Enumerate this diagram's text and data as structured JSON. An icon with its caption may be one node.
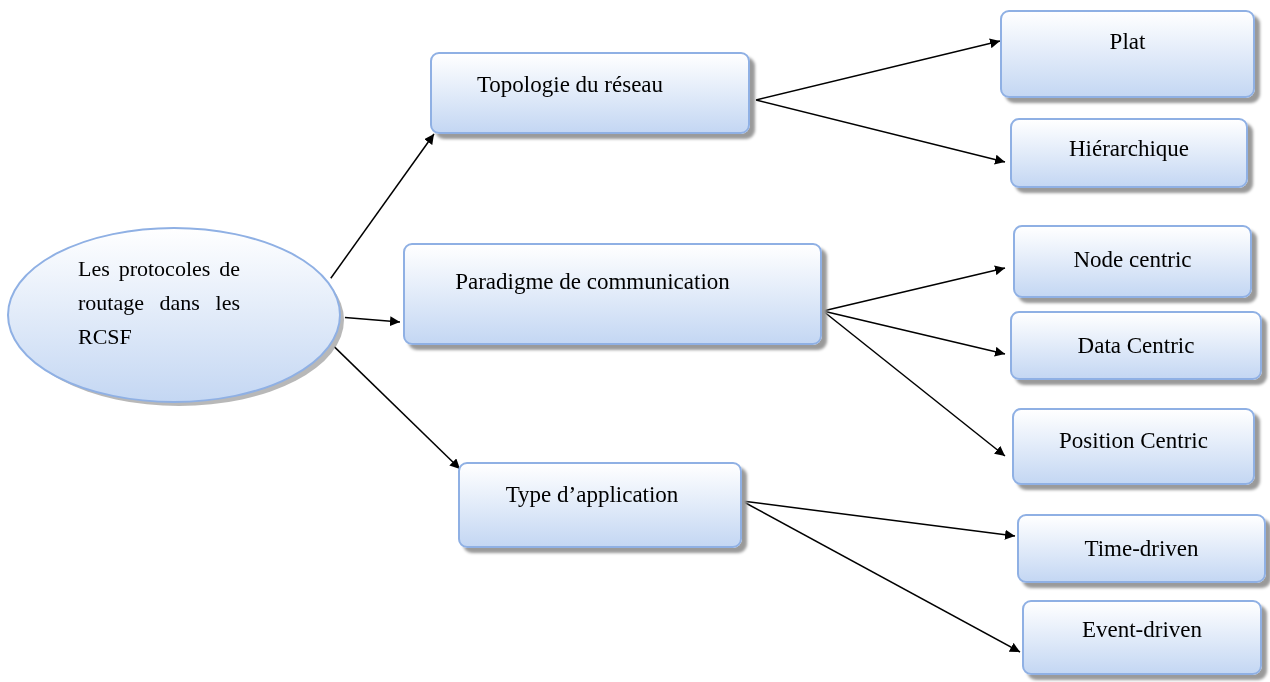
{
  "diagram": {
    "nodes": [
      {
        "text": [
          "Les protocoles de routage dans les RCSF"
        ]
      },
      {
        "text": [
          "Topologie du réseau"
        ]
      },
      {
        "text": [
          "Plat"
        ]
      },
      {
        "text": [
          "Hiérarchique"
        ]
      },
      {
        "text": [
          "Paradigme de communication"
        ]
      },
      {
        "text": [
          "Node centric"
        ]
      },
      {
        "text": [
          "Data Centric"
        ]
      },
      {
        "text": [
          "Position Centric"
        ]
      },
      {
        "text": [
          "Type d’application"
        ]
      },
      {
        "text": [
          "Time-driven"
        ]
      },
      {
        "text": [
          "Event-driven"
        ]
      }
    ],
    "edges": [
      {
        "from": 0,
        "to": 1,
        "arrow": "to"
      },
      {
        "from": 0,
        "to": 4,
        "arrow": "to"
      },
      {
        "from": 0,
        "to": 8,
        "arrow": "to"
      },
      {
        "from": 1,
        "to": 2,
        "arrow": "to"
      },
      {
        "from": 1,
        "to": 3,
        "arrow": "to"
      },
      {
        "from": 4,
        "to": 5,
        "arrow": "to"
      },
      {
        "from": 4,
        "to": 6,
        "arrow": "to"
      },
      {
        "from": 4,
        "to": 7,
        "arrow": "to"
      },
      {
        "from": 8,
        "to": 9,
        "arrow": "to"
      },
      {
        "from": 8,
        "to": 10,
        "arrow": "to"
      }
    ]
  }
}
